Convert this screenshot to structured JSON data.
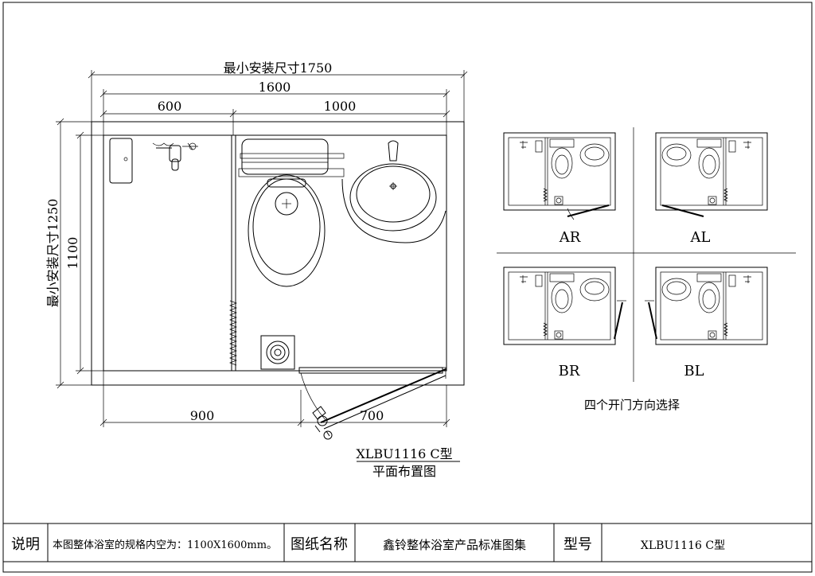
{
  "plan": {
    "dim_min_width": "最小安装尺寸1750",
    "dim_total_width": "1600",
    "dim_left_width": "600",
    "dim_right_width": "1000",
    "dim_min_height": "最小安装尺寸1250",
    "dim_height": "1100",
    "dim_bottom_left": "900",
    "dim_bottom_right": "700",
    "model": "XLBU1116 C型",
    "caption": "平面布置图"
  },
  "variants": {
    "ar": "AR",
    "al": "AL",
    "br": "BR",
    "bl": "BL",
    "caption": "四个开门方向选择"
  },
  "title_block": {
    "note_label": "说明",
    "note_text": "本图整体浴室的规格内空为：1100X1600mm。",
    "drawing_name_label": "图纸名称",
    "drawing_name": "鑫铃整体浴室产品标准图集",
    "model_label": "型号",
    "model_value": "XLBU1116 C型"
  }
}
